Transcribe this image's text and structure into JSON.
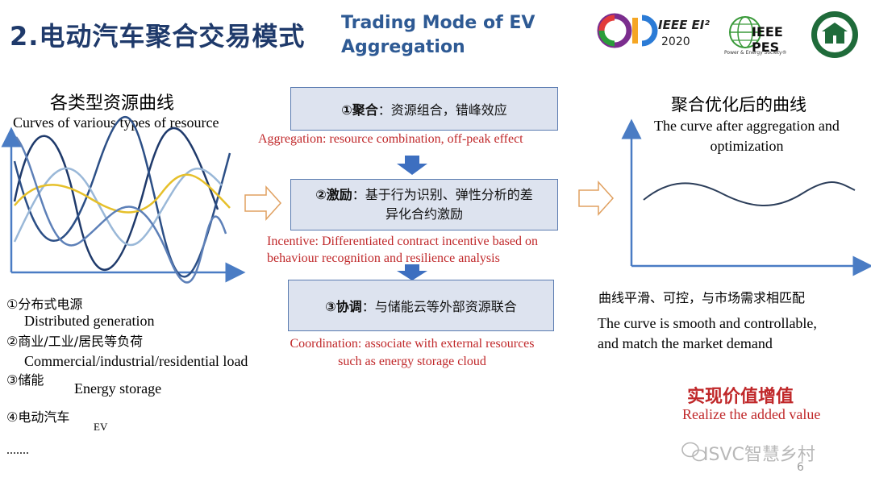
{
  "header": {
    "title_cn": "2.电动汽车聚合交易模式",
    "title_en_line1": "Trading Mode of EV",
    "title_en_line2": "Aggregation",
    "logo_ei_text": "IEEE EI²",
    "logo_ei_year": "2020",
    "logo_pes_text": "IEEE PES",
    "logo_pes_sub": "Power & Energy Society®"
  },
  "left": {
    "title_cn": "各类型资源曲线",
    "title_en": "Curves of various types of resource",
    "items": [
      {
        "cn": "①分布式电源",
        "en": "Distributed generation"
      },
      {
        "cn": "②商业/工业/居民等负荷",
        "en": "Commercial/industrial/residential load"
      },
      {
        "cn": "③储能",
        "en": "Energy storage"
      },
      {
        "cn": "④电动汽车",
        "en": "EV"
      }
    ],
    "ellipsis": "......."
  },
  "center": {
    "box1_bold": "①聚合",
    "box1_text": "：资源组合，错峰效应",
    "box1_en": "Aggregation: resource combination, off-peak effect",
    "box2_bold": "②激励",
    "box2_text_line1": "：基于行为识别、弹性分析的差",
    "box2_text_line2": "异化合约激励",
    "box2_en_line1": "Incentive: Differentiated contract incentive based on",
    "box2_en_line2": "behaviour recognition and resilience analysis",
    "box3_bold": "③协调",
    "box3_text": "：与储能云等外部资源联合",
    "box3_en_line1": "Coordination: associate with external resources",
    "box3_en_line2": "such as energy storage cloud"
  },
  "right": {
    "title_cn": "聚合优化后的曲线",
    "title_en_line1": "The curve after aggregation and",
    "title_en_line2": "optimization",
    "desc_cn": "曲线平滑、可控，与市场需求相匹配",
    "desc_en_line1": "The curve is smooth and controllable,",
    "desc_en_line2": "and match the market demand",
    "value_cn": "实现价值增值",
    "value_en": "Realize the added value"
  },
  "footer": {
    "watermark": "ISVC智慧乡村",
    "page_number": "6"
  },
  "colors": {
    "title": "#1f3a6b",
    "accent_blue": "#4a7cc4",
    "box_fill": "#dde3ef",
    "red": "#c0282a"
  }
}
